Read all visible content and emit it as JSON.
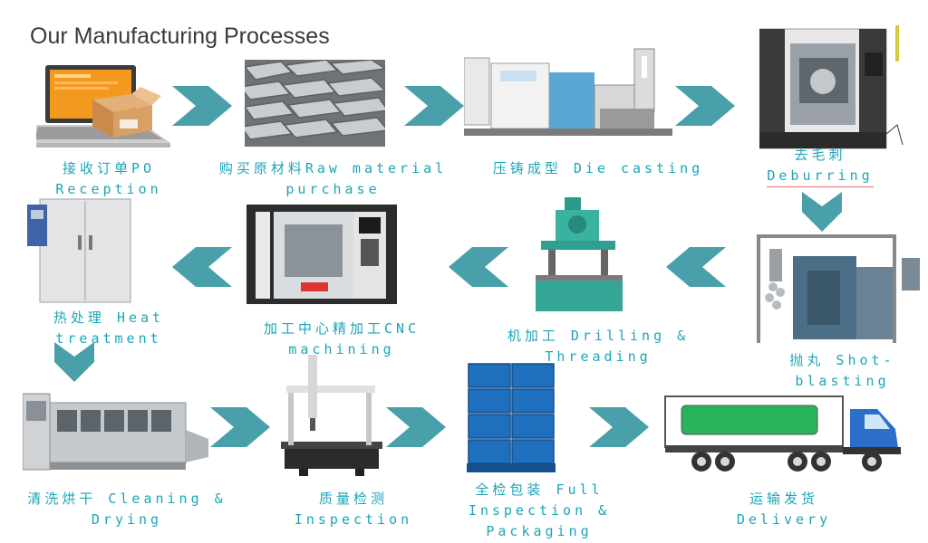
{
  "title": "Our Manufacturing Processes",
  "colors": {
    "label": "#1aa6b7",
    "arrow": "#4aa0aa"
  },
  "steps": [
    {
      "line1": "接收订单PO",
      "line2": "Reception",
      "image": "laptop-with-parcel"
    },
    {
      "line1": "购买原材料Raw material",
      "line2": "purchase",
      "image": "aluminium-ingots"
    },
    {
      "line1": "压铸成型 Die casting",
      "line2": "",
      "image": "die-casting-machine"
    },
    {
      "line1": "去毛刺",
      "line2": "Deburring",
      "image": "deburring-machine"
    },
    {
      "line1": "抛丸 Shot-",
      "line2": "blasting",
      "image": "shot-blasting-machine"
    },
    {
      "line1": "机加工 Drilling &",
      "line2": "Threading",
      "image": "drilling-machine"
    },
    {
      "line1": "加工中心精加工CNC",
      "line2": "machining",
      "image": "cnc-machining-center"
    },
    {
      "line1": "热处理 Heat",
      "line2": "treatment",
      "image": "heat-treatment-oven"
    },
    {
      "line1": "清洗烘干 Cleaning &",
      "line2": "Drying",
      "image": "cleaning-line"
    },
    {
      "line1": "质量检测",
      "line2": "Inspection",
      "image": "cmm-machine"
    },
    {
      "line1": "全检包装 Full",
      "line2": "Inspection &",
      "line3": "Packaging",
      "image": "blue-crates"
    },
    {
      "line1": "运输发货",
      "line2": "Delivery",
      "image": "delivery-truck"
    }
  ]
}
